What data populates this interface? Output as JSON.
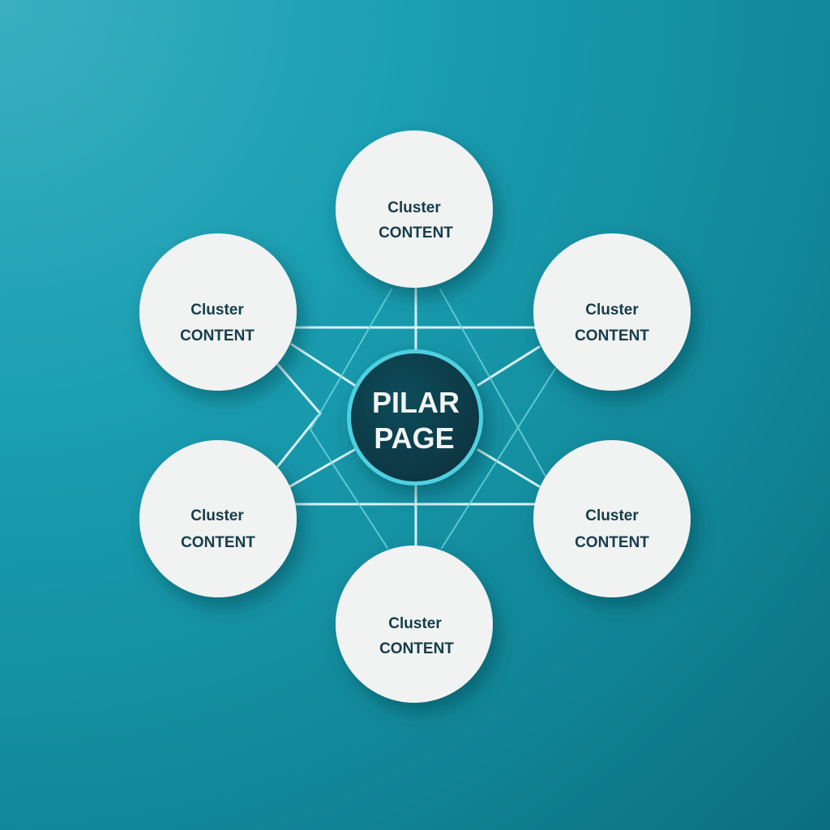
{
  "center": {
    "line1": "PILAR",
    "line2": "PAGE"
  },
  "clusters": [
    {
      "line1": "Cluster",
      "line2": "CONTENT"
    },
    {
      "line1": "Cluster",
      "line2": "CONTENT"
    },
    {
      "line1": "Cluster",
      "line2": "CONTENT"
    },
    {
      "line1": "Cluster",
      "line2": "CONTENT"
    },
    {
      "line1": "Cluster",
      "line2": "CONTENT"
    },
    {
      "line1": "Cluster",
      "line2": "CONTENT"
    }
  ],
  "colors": {
    "background": "#1a9fb2",
    "center_fill": "#0d3d4a",
    "center_ring": "#4fd0e0",
    "node_fill": "#f1f2f2",
    "text": "#123d4a"
  }
}
